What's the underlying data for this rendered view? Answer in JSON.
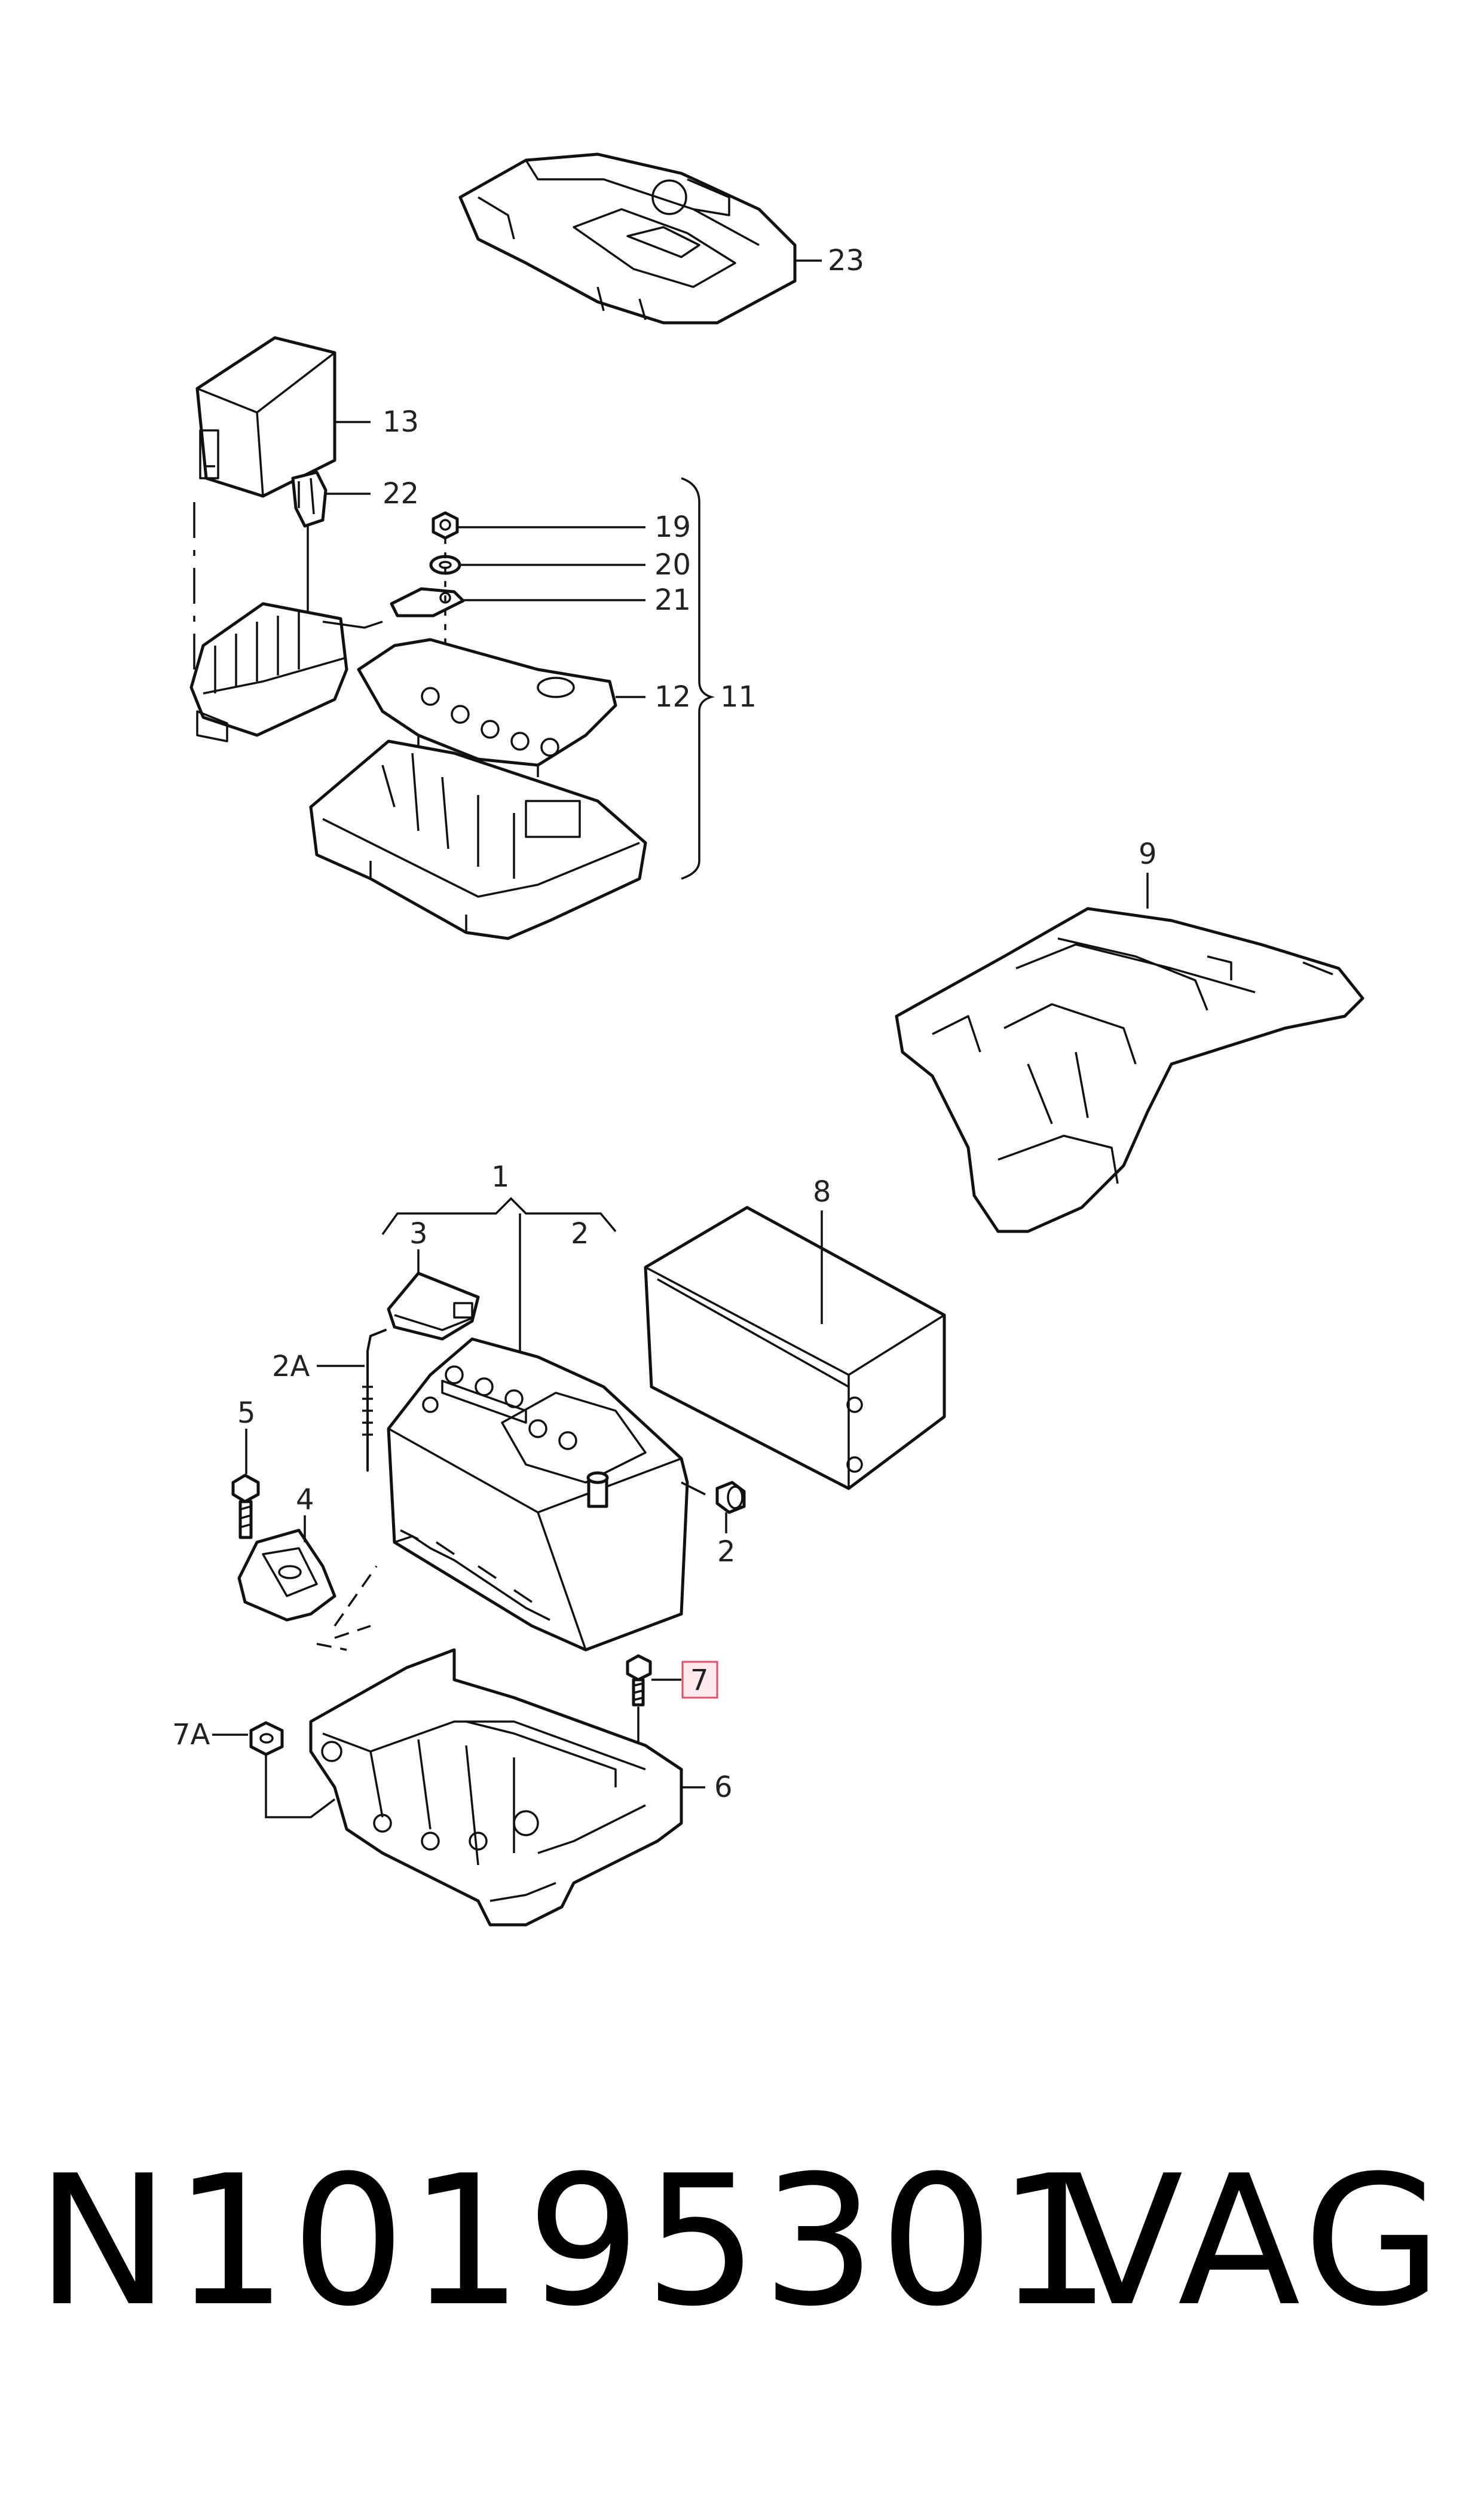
{
  "callouts": {
    "c23": "23",
    "c13": "13",
    "c22": "22",
    "c19": "19",
    "c20": "20",
    "c21": "21",
    "c12": "12",
    "c11": "11",
    "c9": "9",
    "c1": "1",
    "c3": "3",
    "c2_top": "2",
    "c8": "8",
    "c2A": "2A",
    "c5": "5",
    "c4": "4",
    "c2_right": "2",
    "c7": "7",
    "c7A": "7A",
    "c6": "6"
  },
  "highlight": {
    "color": "#e0506a",
    "fill": "#fde8ec"
  },
  "caption": {
    "part_number": "N10195301",
    "brand": "VAG"
  }
}
